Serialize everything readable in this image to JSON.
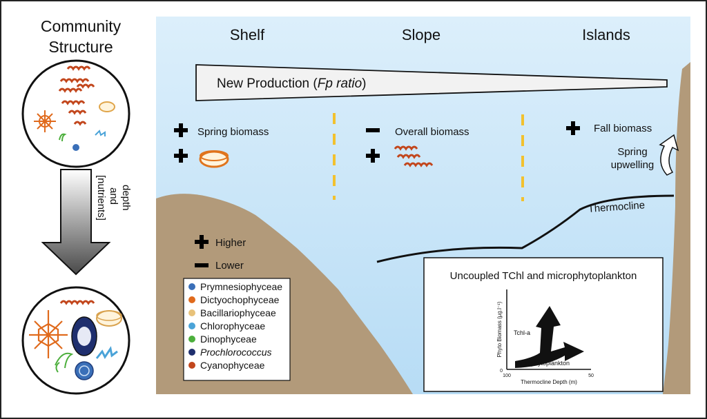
{
  "left_panel": {
    "title_line1": "Community",
    "title_line2": "Structure",
    "arrow_label_line1": "[nutrients]",
    "arrow_label_line2": "and",
    "arrow_label_line3": "depth"
  },
  "regions": {
    "shelf": "Shelf",
    "slope": "Slope",
    "islands": "Islands"
  },
  "new_production": {
    "label": "New Production (",
    "label_italic": "Fp ratio",
    "label_end": ")"
  },
  "annotations": {
    "spring_biomass": "Spring biomass",
    "overall_biomass": "Overall biomass",
    "fall_biomass": "Fall biomass",
    "spring_upwelling_line1": "Spring",
    "spring_upwelling_line2": "upwelling",
    "thermocline": "Thermocline"
  },
  "key": {
    "higher": "Higher",
    "lower": "Lower"
  },
  "legend": {
    "items": [
      {
        "label": "Prymnesiophyceae",
        "italic": false,
        "color": "#3a6fb8"
      },
      {
        "label": "Dictyochophyceae",
        "italic": false,
        "color": "#e06a1c"
      },
      {
        "label": "Bacillariophyceae",
        "italic": false,
        "color": "#e8c27a"
      },
      {
        "label": "Chlorophyceae",
        "italic": false,
        "color": "#4aa3d8"
      },
      {
        "label": "Dinophyceae",
        "italic": false,
        "color": "#4caf3c"
      },
      {
        "label": "Prochlorococcus",
        "italic": true,
        "color": "#1f2f6e"
      },
      {
        "label": "Cyanophyceae",
        "italic": false,
        "color": "#c2461c"
      }
    ]
  },
  "inset": {
    "title": "Uncoupled TChl and microphytoplankton",
    "ylabel": "Phyto Biomass (µg.l⁻¹)",
    "xlabel": "Thermocline Depth (m)",
    "tick_y0": "0",
    "tick_x_left": "100",
    "tick_x_right": "50",
    "arrow_up_label": "Tchl-a",
    "arrow_right_label": "Microphytoplankton"
  },
  "colors": {
    "water": "#cfe8f9",
    "land": "#b29a7a",
    "dash": "#f2c12e",
    "plus_minus": "#000000"
  }
}
